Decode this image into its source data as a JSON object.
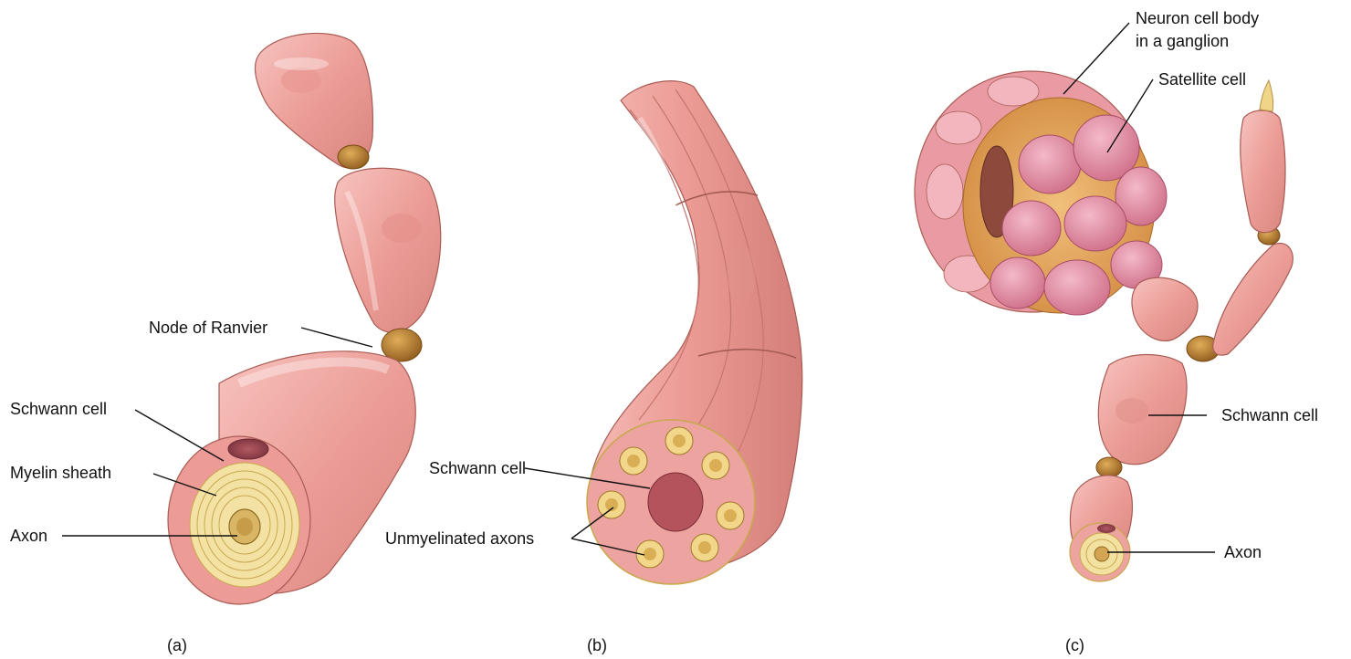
{
  "panels": [
    {
      "caption": "(a)",
      "labels": {
        "node": "Node of Ranvier",
        "schwann": "Schwann cell",
        "myelin": "Myelin sheath",
        "axon": "Axon"
      }
    },
    {
      "caption": "(b)",
      "labels": {
        "schwann": "Schwann cell",
        "unmyelinated": "Unmyelinated axons"
      }
    },
    {
      "caption": "(c)",
      "labels": {
        "neuron_line1": "Neuron cell body",
        "neuron_line2": "in a ganglion",
        "satellite": "Satellite cell",
        "schwann": "Schwann cell",
        "axon": "Axon"
      }
    }
  ],
  "colors": {
    "schwann": "#efa3a0",
    "schwann_dark": "#d77d78",
    "node": "#b07a2e",
    "myelin": "#f2e3a0",
    "ganglion_capsule": "#e6a35c",
    "satellite": "#e48ea2"
  }
}
